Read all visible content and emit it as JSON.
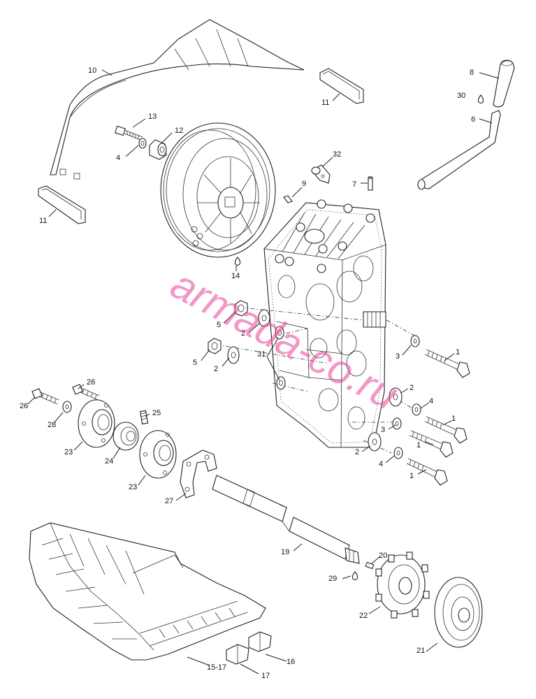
{
  "watermark": "armada-co.ru",
  "callouts": [
    {
      "id": "c10",
      "text": "10"
    },
    {
      "id": "c11a",
      "text": "11"
    },
    {
      "id": "c11b",
      "text": "11"
    },
    {
      "id": "c13",
      "text": "13"
    },
    {
      "id": "c12",
      "text": "12"
    },
    {
      "id": "c4a",
      "text": "4"
    },
    {
      "id": "c14",
      "text": "14"
    },
    {
      "id": "c9",
      "text": "9"
    },
    {
      "id": "c32",
      "text": "32"
    },
    {
      "id": "c7",
      "text": "7"
    },
    {
      "id": "c8",
      "text": "8"
    },
    {
      "id": "c30",
      "text": "30"
    },
    {
      "id": "c6",
      "text": "6"
    },
    {
      "id": "c5a",
      "text": "5"
    },
    {
      "id": "c2a",
      "text": "2"
    },
    {
      "id": "c5b",
      "text": "5"
    },
    {
      "id": "c2b",
      "text": "2"
    },
    {
      "id": "c31",
      "text": "31"
    },
    {
      "id": "c3a",
      "text": "3"
    },
    {
      "id": "c1a",
      "text": "1"
    },
    {
      "id": "c2c",
      "text": "2"
    },
    {
      "id": "c4b",
      "text": "4"
    },
    {
      "id": "c1b",
      "text": "1"
    },
    {
      "id": "c3b",
      "text": "3"
    },
    {
      "id": "c1c",
      "text": "1"
    },
    {
      "id": "c2d",
      "text": "2"
    },
    {
      "id": "c4c",
      "text": "4"
    },
    {
      "id": "c1d",
      "text": "1"
    },
    {
      "id": "c26a",
      "text": "26"
    },
    {
      "id": "c26b",
      "text": "26"
    },
    {
      "id": "c28",
      "text": "28"
    },
    {
      "id": "c25",
      "text": "25"
    },
    {
      "id": "c23a",
      "text": "23"
    },
    {
      "id": "c24",
      "text": "24"
    },
    {
      "id": "c23b",
      "text": "23"
    },
    {
      "id": "c27",
      "text": "27"
    },
    {
      "id": "c19",
      "text": "19"
    },
    {
      "id": "c20",
      "text": "20"
    },
    {
      "id": "c29",
      "text": "29"
    },
    {
      "id": "c22",
      "text": "22"
    },
    {
      "id": "c21",
      "text": "21"
    },
    {
      "id": "c16",
      "text": "16"
    },
    {
      "id": "c1517",
      "text": "15-17"
    },
    {
      "id": "c17",
      "text": "17"
    }
  ]
}
